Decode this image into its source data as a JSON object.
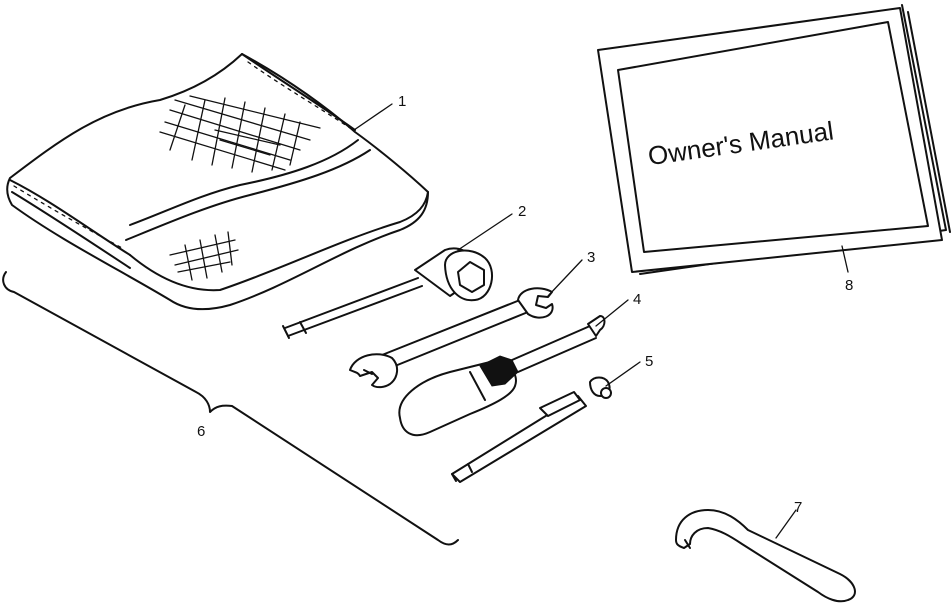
{
  "diagram": {
    "manual_cover_text": "Owner's Manual",
    "callouts": [
      {
        "id": "tool-bag",
        "number": "1"
      },
      {
        "id": "spark-plug-socket",
        "number": "2"
      },
      {
        "id": "open-end-wrench",
        "number": "3"
      },
      {
        "id": "screwdriver",
        "number": "4"
      },
      {
        "id": "driver-bit",
        "number": "5"
      },
      {
        "id": "tool-kit-bracket",
        "number": "6"
      },
      {
        "id": "spanner-wrench",
        "number": "7"
      },
      {
        "id": "owners-manual",
        "number": "8"
      }
    ]
  }
}
